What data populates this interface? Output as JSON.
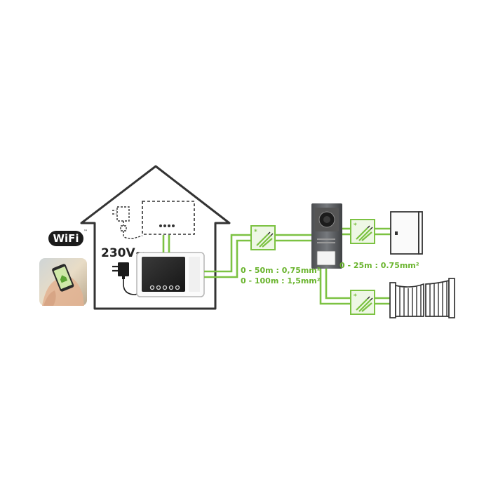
{
  "colors": {
    "wire": "#7cc242",
    "wire_label": "#6ab42e",
    "outline": "#333333",
    "door_bg": "#fafafa"
  },
  "icons": [
    "wifi-icon",
    "smartphone-app-icon",
    "power-adapter-icon",
    "monitor-icon",
    "cable-junction-icon",
    "door-station-icon",
    "door-lock-icon",
    "gate-icon"
  ],
  "labels": {
    "wifi_logo": "WiFi",
    "wifi_tm": "™",
    "power": "230V~",
    "cable_monitor_line1": "0 - 50m : 0,75mm²",
    "cable_monitor_line2": "0 - 100m : 1,5mm²",
    "cable_lock": "0 - 25m : 0.75mm²"
  }
}
